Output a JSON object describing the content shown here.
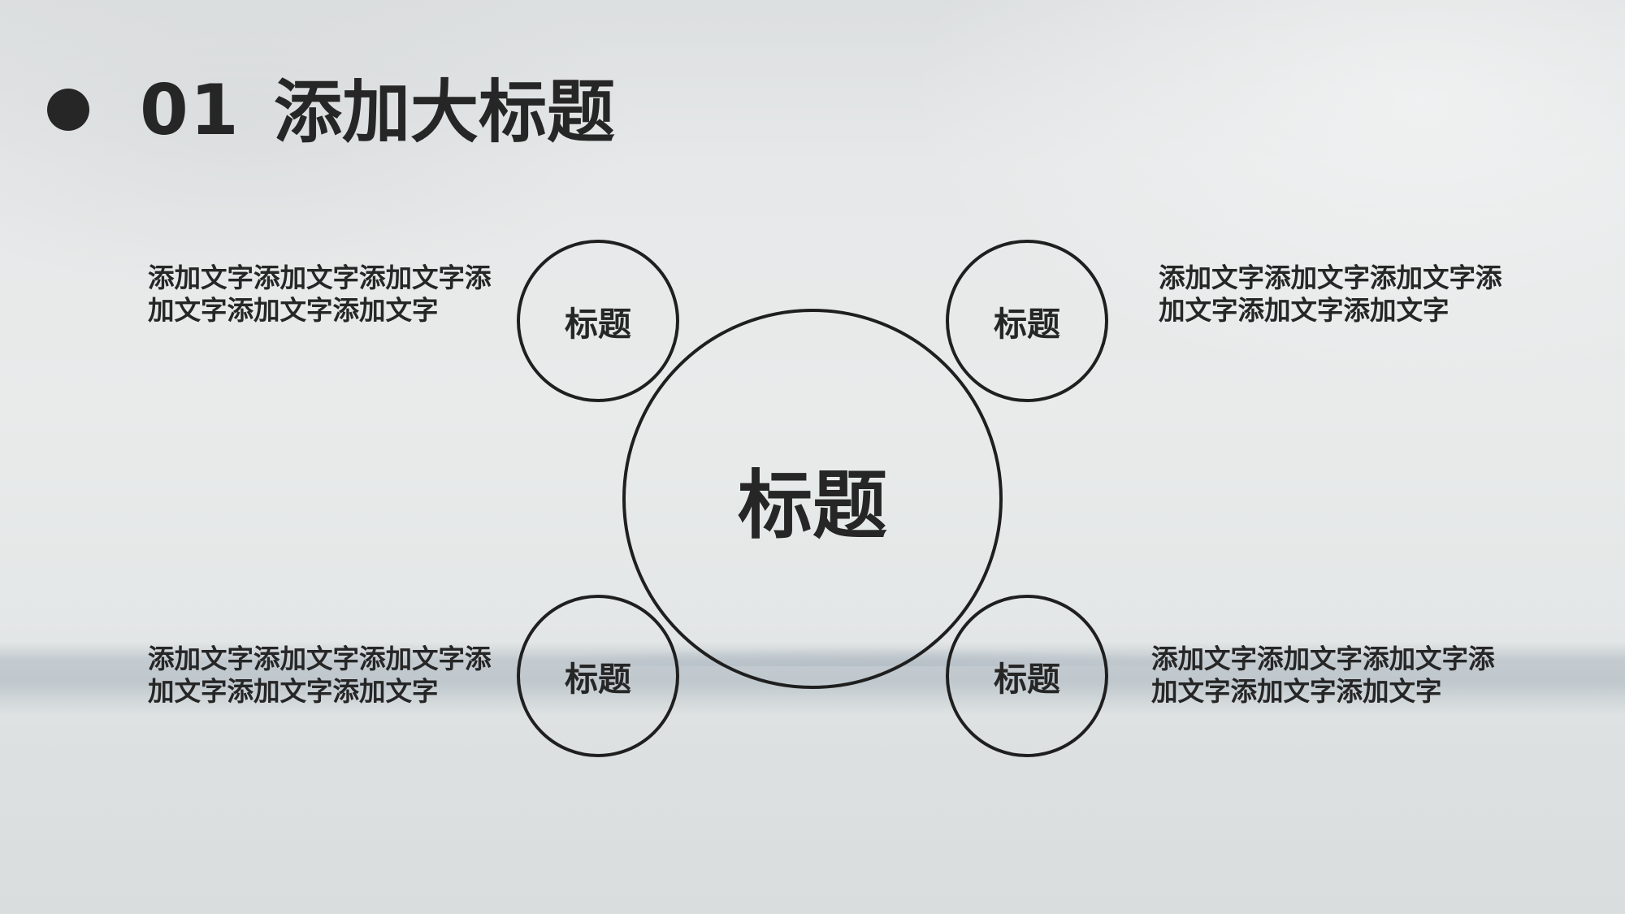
{
  "header": {
    "section_number": "01",
    "title": "添加大标题"
  },
  "diagram": {
    "center": {
      "label": "标题"
    },
    "nodes": [
      {
        "position": "top-left",
        "label": "标题",
        "description": "添加文字添加文字添加文字添加文字添加文字添加文字"
      },
      {
        "position": "top-right",
        "label": "标题",
        "description": "添加文字添加文字添加文字添加文字添加文字添加文字"
      },
      {
        "position": "bottom-left",
        "label": "标题",
        "description": "添加文字添加文字添加文字添加文字添加文字添加文字"
      },
      {
        "position": "bottom-right",
        "label": "标题",
        "description": "添加文字添加文字添加文字添加文字添加文字添加文字"
      }
    ]
  },
  "colors": {
    "text": "#262626",
    "stroke": "#1f1f1f",
    "background": "#e6e8e9",
    "horizon": "#b9c2c8"
  }
}
